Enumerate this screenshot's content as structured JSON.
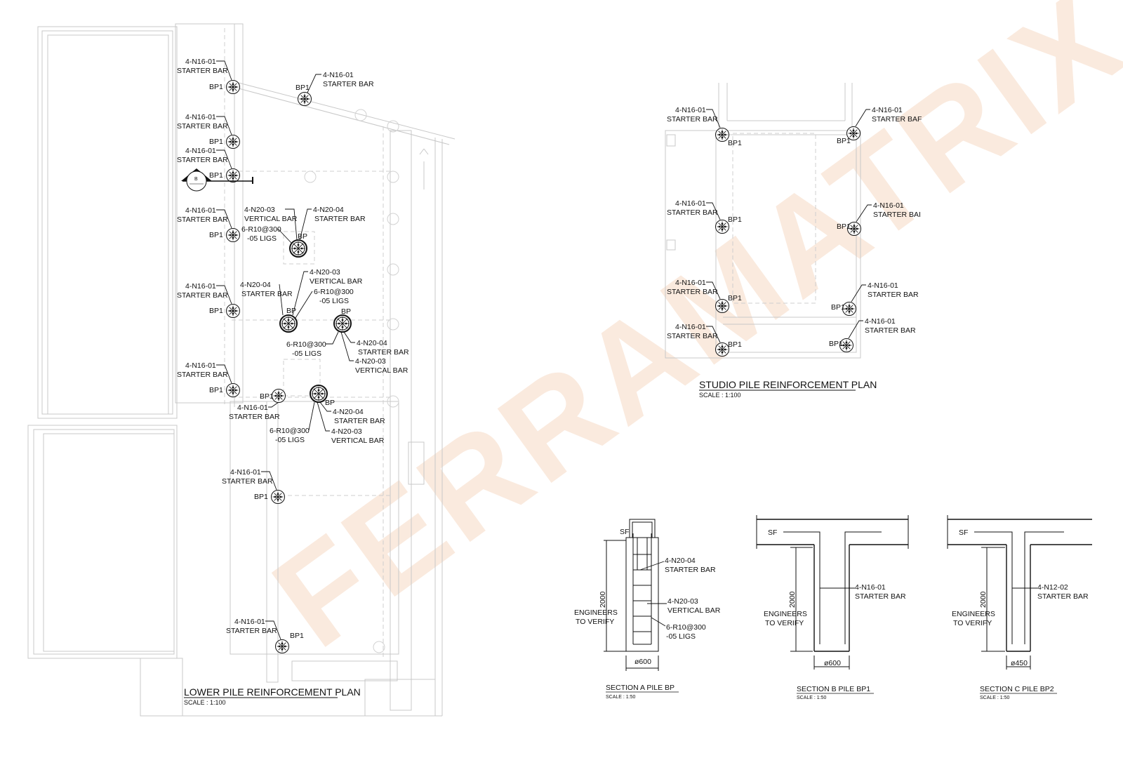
{
  "watermark": "FERRAMATRIX",
  "colors": {
    "ink": "#111111",
    "faint": "#c8c8c8",
    "watermark": "#f6d9c4"
  },
  "lower_plan": {
    "title": "LOWER PILE REINFORCEMENT PLAN",
    "scale": "SCALE : 1:100",
    "section_marker": "B",
    "bp1_callouts": [
      {
        "pile": "BP1",
        "bar": "4-N16-01",
        "note": "STARTER BAR"
      },
      {
        "pile": "BP1",
        "bar": "4-N16-01",
        "note": "STARTER BAR"
      },
      {
        "pile": "BP1",
        "bar": "4-N16-01",
        "note": "STARTER BAR"
      },
      {
        "pile": "BP1",
        "bar": "4-N16-01",
        "note": "STARTER BAR"
      },
      {
        "pile": "BP1",
        "bar": "4-N16-01",
        "note": "STARTER BAR"
      },
      {
        "pile": "BP1",
        "bar": "4-N16-01",
        "note": "STARTER BAR"
      },
      {
        "pile": "BP1",
        "bar": "4-N16-01",
        "note": "STARTER BAR"
      },
      {
        "pile": "BP1",
        "bar": "4-N16-01",
        "note": "STARTER BAR"
      },
      {
        "pile": "BP1",
        "bar": "4-N16-01",
        "note": "STARTER BAR"
      },
      {
        "pile": "BP1",
        "bar": "4-N16-01",
        "note": "STARTER BAR"
      }
    ],
    "bp_callouts": [
      {
        "pile": "BP",
        "vert": "4-N20-03",
        "vert_note": "VERTICAL BAR",
        "start": "4-N20-04",
        "start_note": "STARTER BAR",
        "ligs": "6-R10@300",
        "ligs_note": "-05 LIGS"
      },
      {
        "pile": "BP",
        "vert": "4-N20-03",
        "vert_note": "VERTICAL BAR",
        "start": "4-N20-04",
        "start_note": "STARTER BAR",
        "ligs": "6-R10@300",
        "ligs_note": "-05 LIGS"
      },
      {
        "pile": "BP",
        "vert": "4-N20-03",
        "vert_note": "VERTICAL BAR",
        "start": "4-N20-04",
        "start_note": "STARTER BAR",
        "ligs": "6-R10@300",
        "ligs_note": "-05 LIGS"
      },
      {
        "pile": "BP",
        "vert": "4-N20-03",
        "vert_note": "VERTICAL BAR",
        "start": "4-N20-04",
        "start_note": "STARTER BAR",
        "ligs": "6-R10@300",
        "ligs_note": "-05 LIGS"
      }
    ]
  },
  "studio_plan": {
    "title": "STUDIO PILE REINFORCEMENT PLAN",
    "scale": "SCALE : 1:100",
    "callouts": [
      {
        "pile": "BP1",
        "bar": "4-N16-01",
        "note": "STARTER BAR"
      },
      {
        "pile": "BP1",
        "bar": "4-N16-01",
        "note": "STARTER BAF"
      },
      {
        "pile": "BP1",
        "bar": "4-N16-01",
        "note": "STARTER BAR"
      },
      {
        "pile": "BP1",
        "bar": "4-N16-01",
        "note": "STARTER BAI"
      },
      {
        "pile": "BP1",
        "bar": "4-N16-01",
        "note": "STARTER BAR"
      },
      {
        "pile": "BP1",
        "bar": "4-N16-01",
        "note": "STARTER BAR"
      },
      {
        "pile": "BP1",
        "bar": "4-N16-01",
        "note": "STARTER BAR"
      },
      {
        "pile": "BP1",
        "bar": "4-N16-01",
        "note": "STARTER BAR"
      }
    ]
  },
  "sections": [
    {
      "title": "SECTION A PILE BP",
      "scale": "SCALE : 1:50",
      "sf": "SF",
      "depth": "2000",
      "verify": [
        "ENGINEERS",
        "TO VERIFY"
      ],
      "dia": "ø600",
      "notes": [
        [
          "4-N20-04",
          "STARTER BAR"
        ],
        [
          "4-N20-03",
          "VERTICAL BAR"
        ],
        [
          "6-R10@300",
          "-05 LIGS"
        ]
      ]
    },
    {
      "title": "SECTION B PILE BP1",
      "scale": "SCALE : 1:50",
      "sf": "SF",
      "depth": "2000",
      "verify": [
        "ENGINEERS",
        "TO VERIFY"
      ],
      "dia": "ø600",
      "notes": [
        [
          "4-N16-01",
          "STARTER BAR"
        ]
      ]
    },
    {
      "title": "SECTION C PILE BP2",
      "scale": "SCALE : 1:50",
      "sf": "SF",
      "depth": "2000",
      "verify": [
        "ENGINEERS",
        "TO VERIFY"
      ],
      "dia": "ø450",
      "notes": [
        [
          "4-N12-02",
          "STARTER BAR"
        ]
      ]
    }
  ]
}
